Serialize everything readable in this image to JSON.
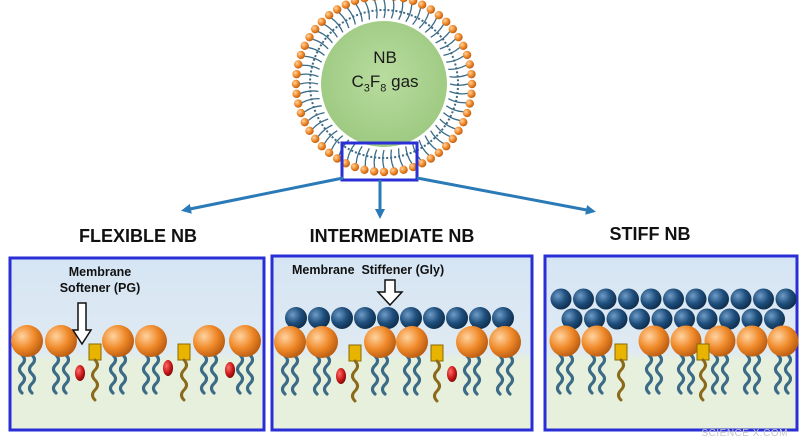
{
  "nanobubble": {
    "label": "NB",
    "gas": {
      "c": "C",
      "c_sub": "3",
      "f": "F",
      "f_sub": "8",
      "suffix": " gas"
    }
  },
  "panels": [
    {
      "id": "flexible",
      "title": "FLEXIBLE NB",
      "annotation_line1": "Membrane",
      "annotation_line2": "Softener (PG)"
    },
    {
      "id": "intermediate",
      "title": "INTERMEDIATE NB",
      "annotation_line1": "Membrane  Stiffener (Gly)"
    },
    {
      "id": "stiff",
      "title": "STIFF NB"
    }
  ],
  "watermark": "SCIENCE X.COM",
  "colors": {
    "core": "#a8d28e",
    "lipid_head": "#f08a2a",
    "lipid_tail": "#3b6b86",
    "panel_border": "#2a2ed6",
    "arrow": "#2a7ab8",
    "stiffener": "#1f4f7d",
    "softener": "#cc1a1a",
    "pg_head": "#e8b400",
    "panel_top": "#d8e6f4",
    "panel_bottom": "#e4efdb"
  }
}
